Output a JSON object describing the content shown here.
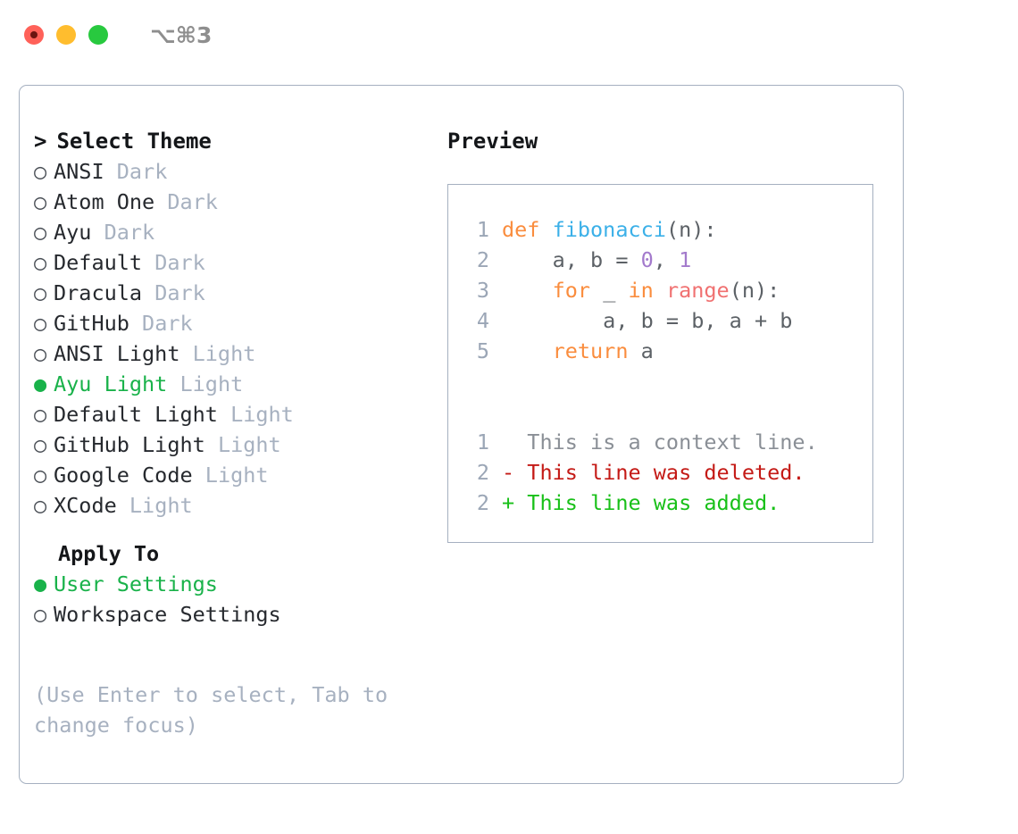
{
  "window": {
    "shortcut": "⌥⌘3",
    "traffic_lights": [
      "close-button",
      "minimize-button",
      "maximize-button"
    ]
  },
  "theme_picker": {
    "heading": "Select Theme",
    "caret": ">",
    "bullet_selected": "●",
    "bullet_unselected": "○",
    "items": [
      {
        "name": "ANSI",
        "tag": "Dark",
        "selected": false
      },
      {
        "name": "Atom One",
        "tag": "Dark",
        "selected": false
      },
      {
        "name": "Ayu",
        "tag": "Dark",
        "selected": false
      },
      {
        "name": "Default",
        "tag": "Dark",
        "selected": false
      },
      {
        "name": "Dracula",
        "tag": "Dark",
        "selected": false
      },
      {
        "name": "GitHub",
        "tag": "Dark",
        "selected": false
      },
      {
        "name": "ANSI Light",
        "tag": "Light",
        "selected": false
      },
      {
        "name": "Ayu Light",
        "tag": "Light",
        "selected": true
      },
      {
        "name": "Default Light",
        "tag": "Light",
        "selected": false
      },
      {
        "name": "GitHub Light",
        "tag": "Light",
        "selected": false
      },
      {
        "name": "Google Code",
        "tag": "Light",
        "selected": false
      },
      {
        "name": "XCode",
        "tag": "Light",
        "selected": false
      }
    ]
  },
  "apply_to": {
    "heading": "Apply To",
    "items": [
      {
        "name": "User Settings",
        "selected": true
      },
      {
        "name": "Workspace Settings",
        "selected": false
      }
    ]
  },
  "hint": "(Use Enter to select, Tab to change focus)",
  "preview": {
    "title": "Preview",
    "code_lines": [
      {
        "n": "1",
        "tokens": [
          {
            "t": "def ",
            "c": "kw"
          },
          {
            "t": "fibonacci",
            "c": "fn"
          },
          {
            "t": "(n):",
            "c": "pl"
          }
        ]
      },
      {
        "n": "2",
        "tokens": [
          {
            "t": "    a, b = ",
            "c": "pl"
          },
          {
            "t": "0",
            "c": "num"
          },
          {
            "t": ", ",
            "c": "pl"
          },
          {
            "t": "1",
            "c": "num"
          }
        ]
      },
      {
        "n": "3",
        "tokens": [
          {
            "t": "    ",
            "c": "pl"
          },
          {
            "t": "for",
            "c": "kw"
          },
          {
            "t": " _ ",
            "c": "pl"
          },
          {
            "t": "in",
            "c": "kw"
          },
          {
            "t": " ",
            "c": "pl"
          },
          {
            "t": "range",
            "c": "bi"
          },
          {
            "t": "(n):",
            "c": "pl"
          }
        ]
      },
      {
        "n": "4",
        "tokens": [
          {
            "t": "        a, b = b, a + b",
            "c": "pl"
          }
        ]
      },
      {
        "n": "5",
        "tokens": [
          {
            "t": "    ",
            "c": "pl"
          },
          {
            "t": "return",
            "c": "kw"
          },
          {
            "t": " a",
            "c": "pl"
          }
        ]
      }
    ],
    "diff_lines": [
      {
        "n": "1",
        "marker": " ",
        "text": " This is a context line.",
        "kind": "ctx"
      },
      {
        "n": "2",
        "marker": "-",
        "text": " This line was deleted.",
        "kind": "del"
      },
      {
        "n": "2",
        "marker": "+",
        "text": " This line was added.",
        "kind": "add"
      }
    ]
  },
  "colors": {
    "accent_green": "#19b24a",
    "border": "#a5b0c0",
    "muted": "#a7b1c0",
    "text": "#26292e",
    "line_number": "#9ba6b6",
    "keyword": "#fa8d3e",
    "function": "#3bb0e8",
    "number": "#a37acc",
    "builtin": "#f07171",
    "plain": "#5c6166",
    "diff_context": "#8a8f96",
    "diff_deleted": "#c41a16",
    "diff_added": "#18c018",
    "light_close": "#ff6159",
    "light_min": "#ffbd2e",
    "light_max": "#28c93f"
  }
}
